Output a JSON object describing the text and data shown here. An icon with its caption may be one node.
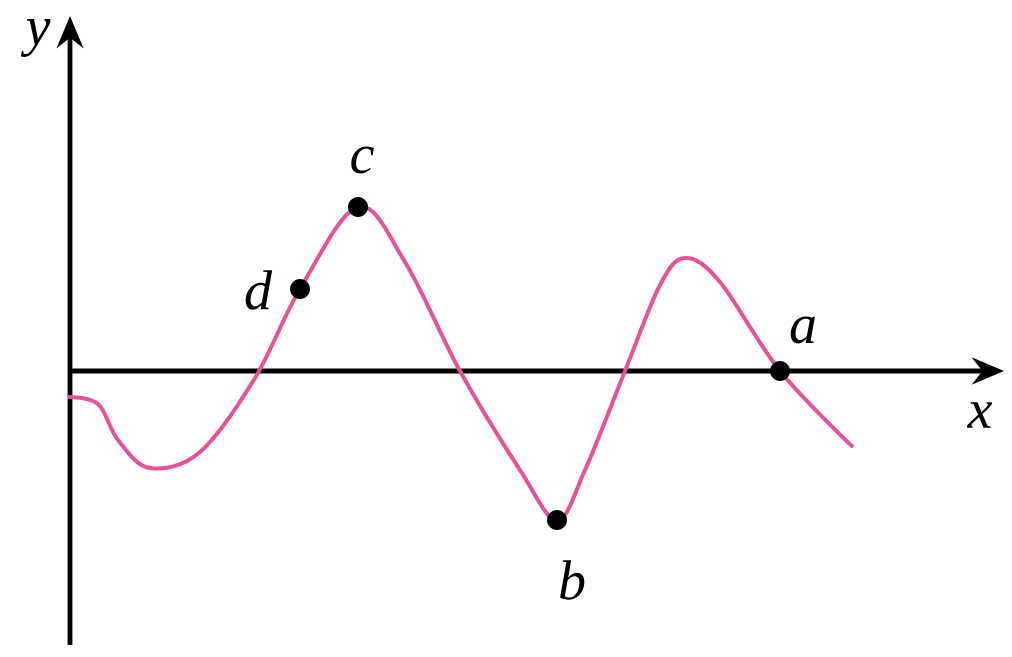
{
  "diagram": {
    "labels": [
      "y",
      "c",
      "d",
      "a",
      "x",
      "b"
    ]
  }
}
